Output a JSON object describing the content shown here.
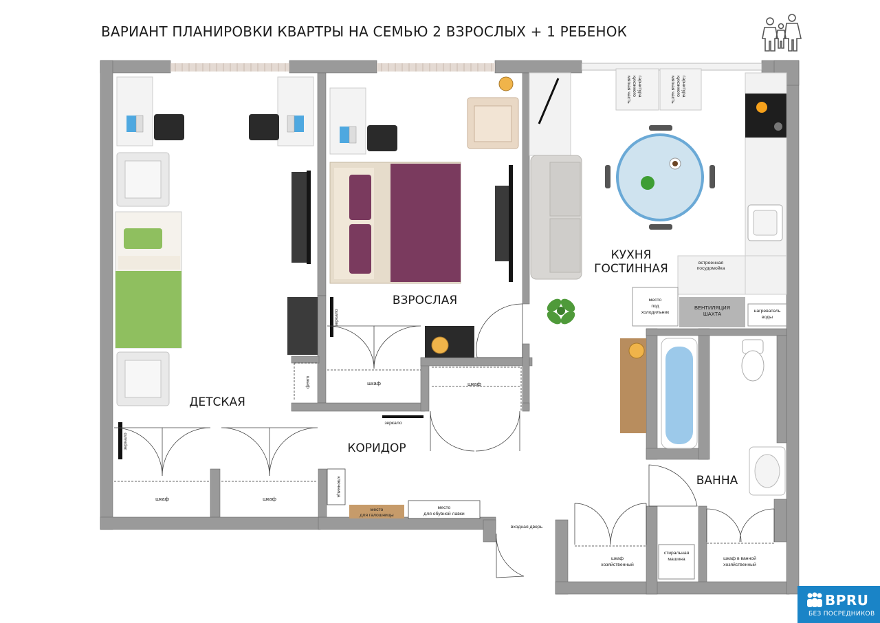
{
  "title": "ВАРИАНТ ПЛАНИРОВКИ КВАРТРЫ НА СЕМЬЮ 2 ВЗРОСЛЫХ + 1 РЕБЕНОК",
  "rooms": {
    "kids": "ДЕТСКАЯ",
    "adult": "ВЗРОСЛАЯ",
    "kitchen_line1": "КУХНЯ",
    "kitchen_line2": "ГОСТИННАЯ",
    "corridor": "КОРИДОР",
    "bath": "ВАННА"
  },
  "labels": {
    "wardrobe": "шкаф",
    "mirror": "зеркало",
    "key_holder": "ключница",
    "galoshes_1": "место",
    "galoshes_2": "для галошницы",
    "shoe_bench_1": "место",
    "shoe_bench_2": "для обувной лавки",
    "entrance": "входная дверь",
    "utility_wardrobe_1": "шкаф",
    "utility_wardrobe_2": "хозяйственный",
    "washer_1": "стиральная",
    "washer_2": "машина",
    "bath_wardrobe_1": "шкаф в ванной",
    "bath_wardrobe_2": "хозяйственный",
    "fridge_1": "место",
    "fridge_2": "под",
    "fridge_3": "холодильник",
    "vent_1": "ВЕНТИЛЯЦИЯ",
    "vent_2": "ШАХТА",
    "heater_1": "нагреватель",
    "heater_2": "воды",
    "dishwasher_1": "встроенная",
    "dishwasher_2": "посудомойка",
    "soft_1a": "мягкая часть",
    "soft_1b": "кухонного",
    "soft_1c": "гарнитура",
    "soft_2a": "мягкая часть",
    "soft_2b": "кухонного",
    "soft_2c": "гарнитура"
  },
  "badge": {
    "brand": "BPRU",
    "subtitle": "БЕЗ ПОСРЕДНИКОВ"
  },
  "colors": {
    "wall": "#9a9a9a",
    "accent_blue": "#1a84c7",
    "bed_purple": "#7a3a5e",
    "bed_green": "#8fbf5f",
    "bath_blue": "#9cc9ea"
  }
}
